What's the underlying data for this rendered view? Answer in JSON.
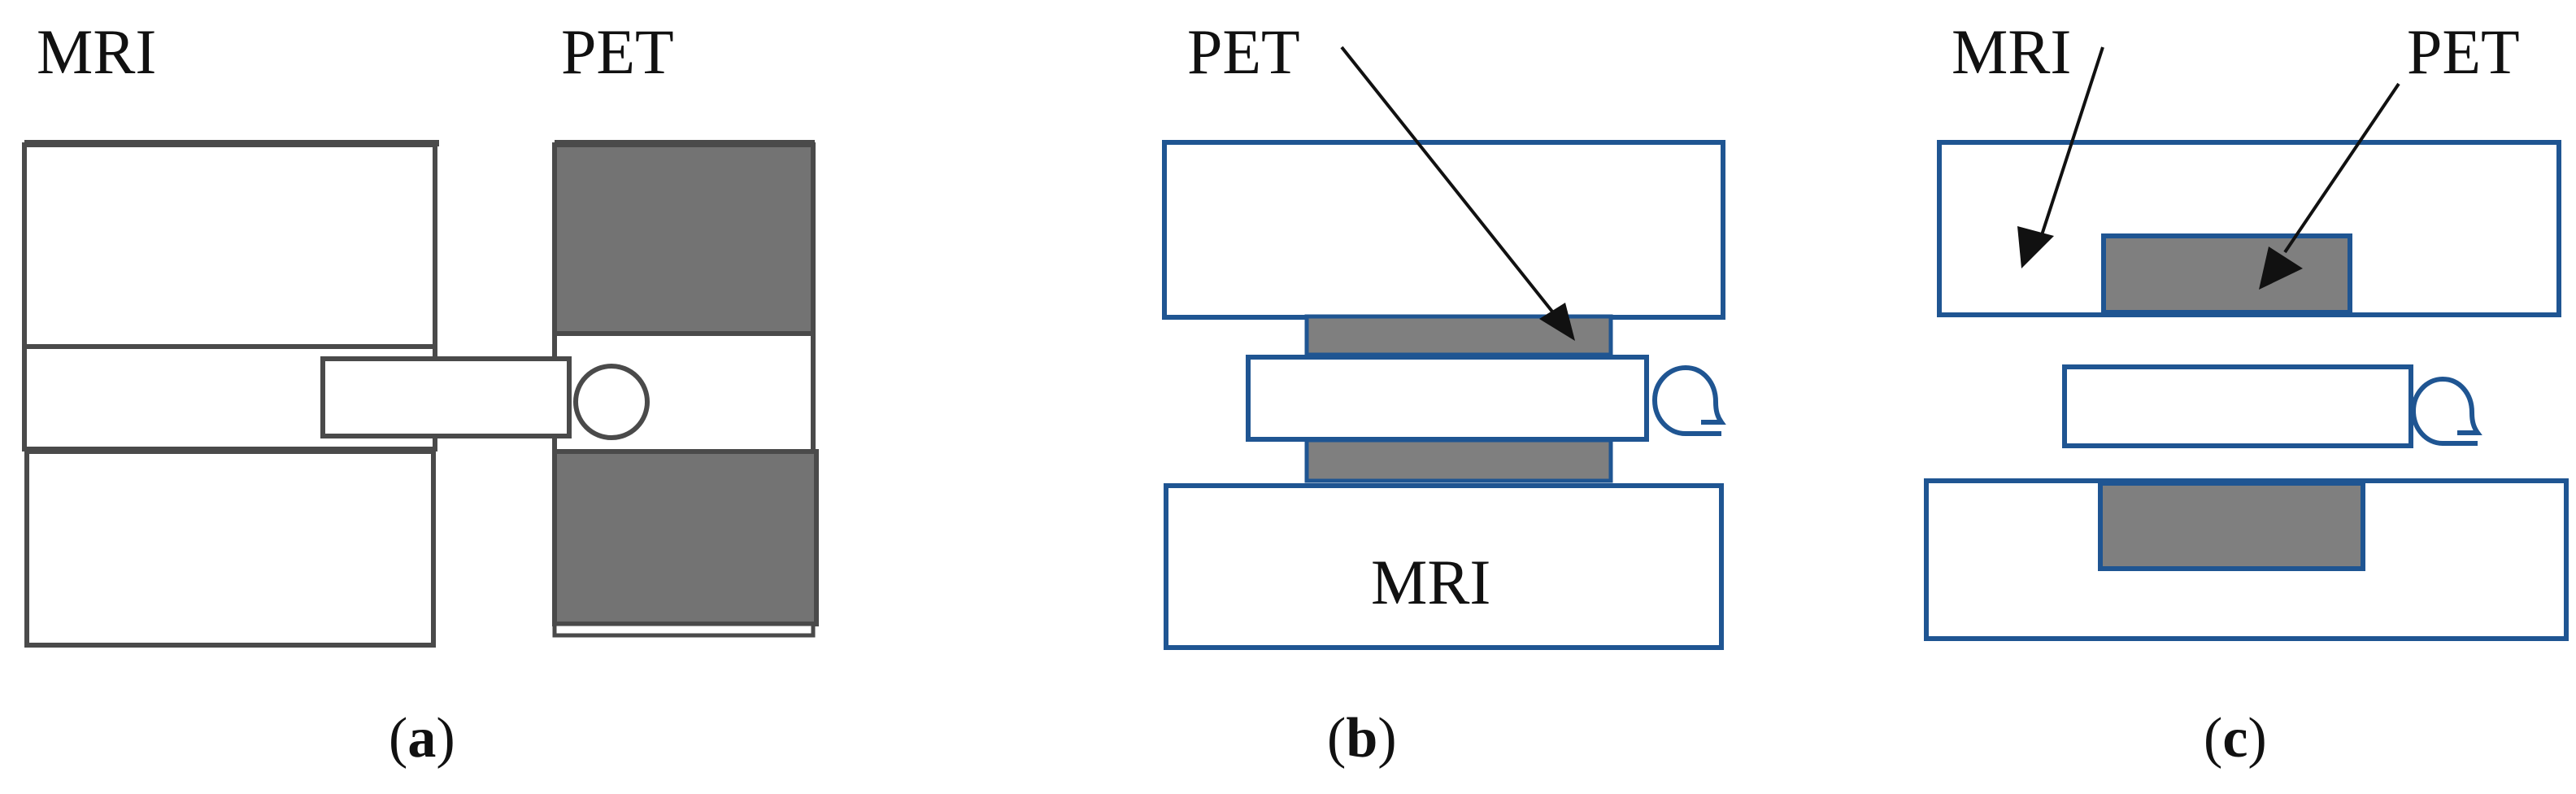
{
  "colors": {
    "outline_gray": "#4a4a4a",
    "pet_fill": "#737373",
    "pet_fill_bc": "#7f7f7f",
    "blue": "#1f5592",
    "arrow": "#111111"
  },
  "panel_a": {
    "label_mri": "MRI",
    "label_pet": "PET",
    "caption_open": "(",
    "caption_letter": "a",
    "caption_close": ")"
  },
  "panel_b": {
    "label_pet": "PET",
    "label_mri": "MRI",
    "caption_open": "(",
    "caption_letter": "b",
    "caption_close": ")"
  },
  "panel_c": {
    "label_mri": "MRI",
    "label_pet": "PET",
    "caption_open": "(",
    "caption_letter": "c",
    "caption_close": ")"
  },
  "icons": {
    "coil": "rf-coil-icon",
    "arrow": "arrowhead-icon"
  }
}
